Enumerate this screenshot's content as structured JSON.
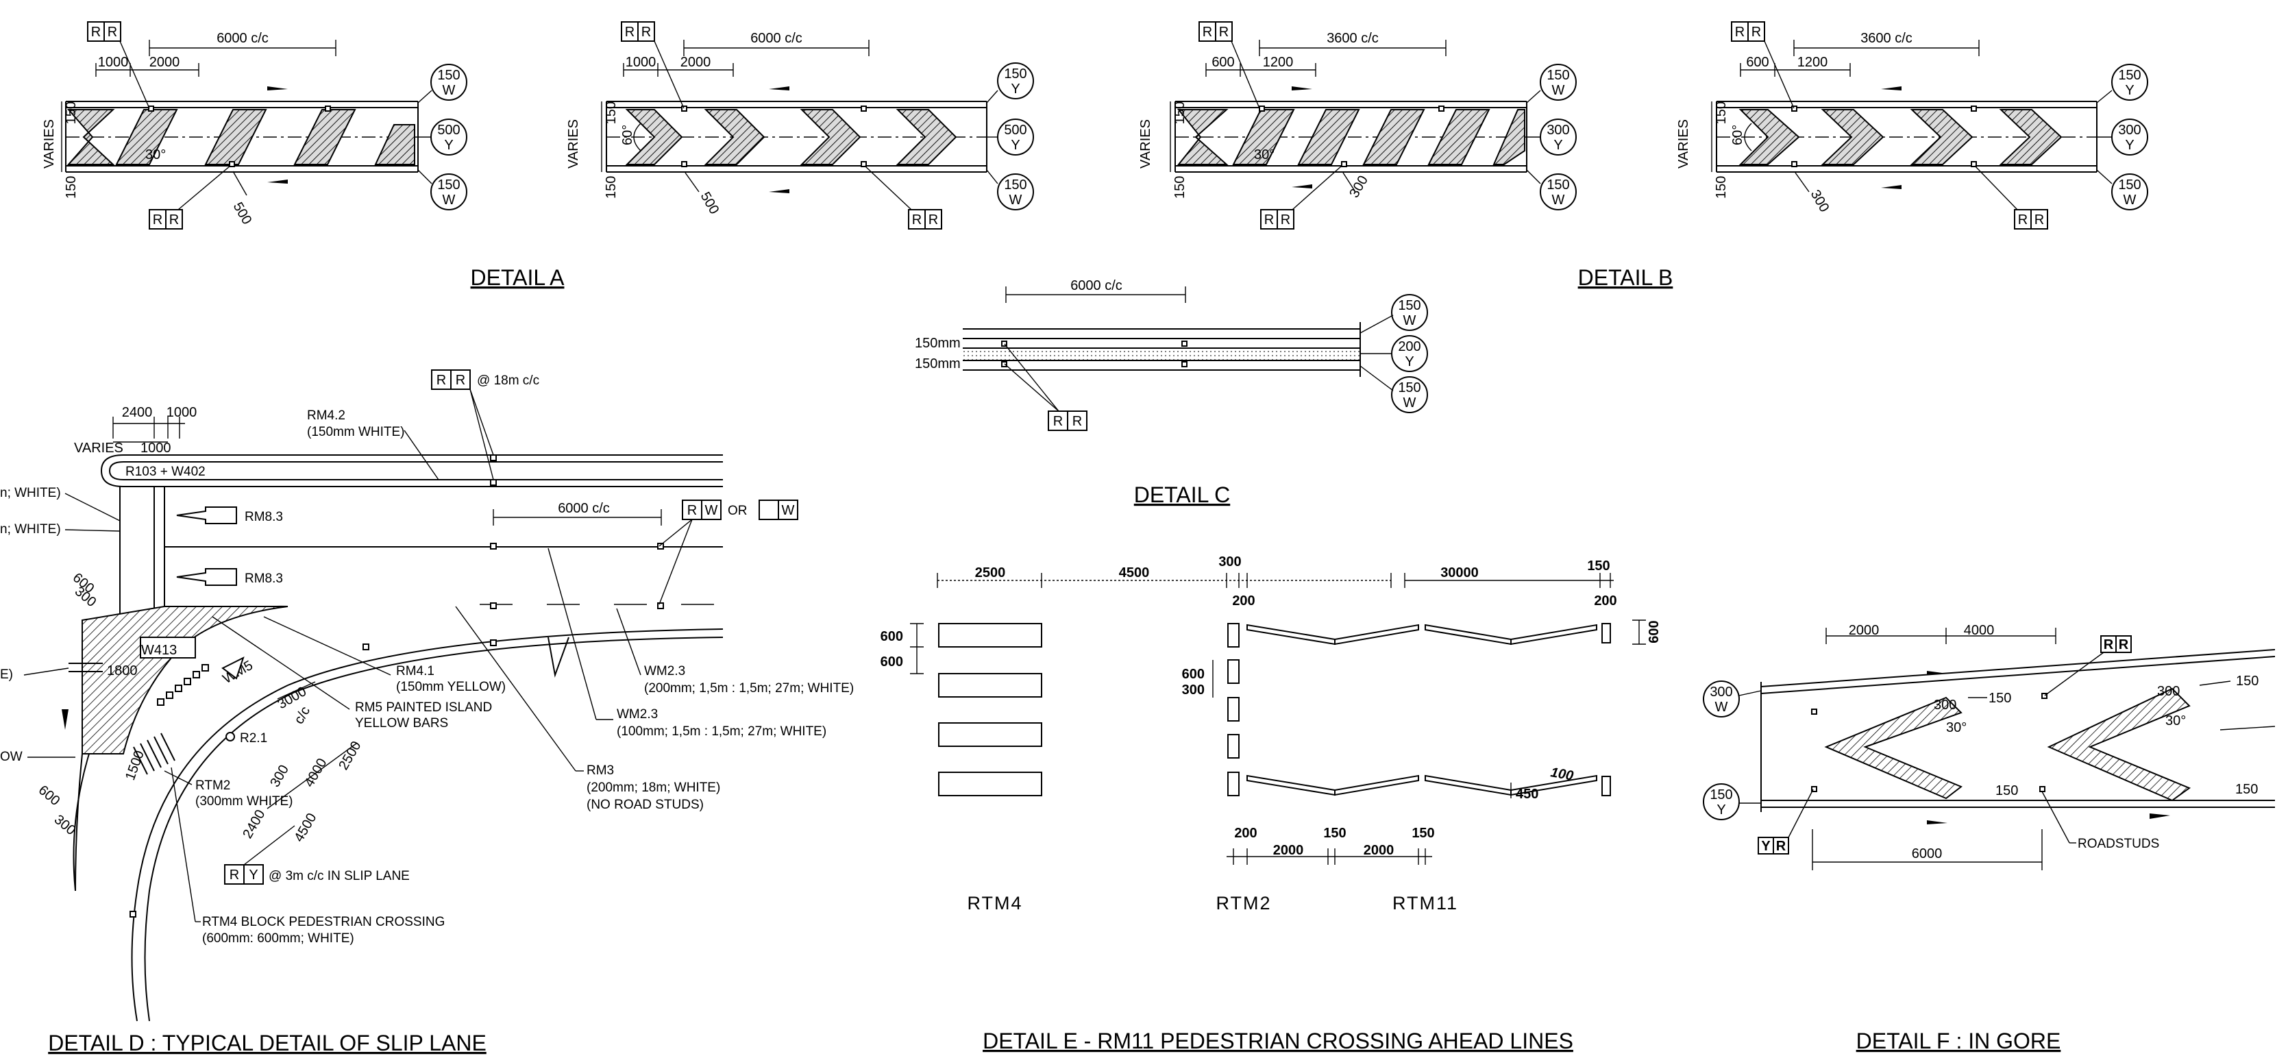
{
  "title": "",
  "detail_a": {
    "title": "DETAIL A",
    "left": {
      "spacing": "6000 c/c",
      "d1": "1000",
      "d2": "2000",
      "side_top": "150",
      "side_mid": "VARIES",
      "side_bot": "150",
      "angle": "30°",
      "stud": "500",
      "stud_r1": "R",
      "stud_r2": "R",
      "stud_b1": "R",
      "stud_b2": "R",
      "c1": [
        "150",
        "W"
      ],
      "c2": [
        "500",
        "Y"
      ],
      "c3": [
        "150",
        "W"
      ]
    },
    "right": {
      "spacing": "6000 c/c",
      "d1": "1000",
      "d2": "2000",
      "side_top": "150",
      "side_mid": "VARIES",
      "side_bot": "150",
      "angle": "60°",
      "stud": "500",
      "stud_r1": "R",
      "stud_r2": "R",
      "stud_b1": "R",
      "stud_b2": "R",
      "c1": [
        "150",
        "Y"
      ],
      "c2": [
        "500",
        "Y"
      ],
      "c3": [
        "150",
        "W"
      ]
    }
  },
  "detail_b": {
    "title": "DETAIL B",
    "left": {
      "spacing": "3600 c/c",
      "d1": "600",
      "d2": "1200",
      "side_top": "150",
      "side_mid": "VARIES",
      "side_bot": "150",
      "angle": "30°",
      "stud": "300",
      "stud_r1": "R",
      "stud_r2": "R",
      "stud_b1": "R",
      "stud_b2": "R",
      "c1": [
        "150",
        "W"
      ],
      "c2": [
        "300",
        "Y"
      ],
      "c3": [
        "150",
        "W"
      ]
    },
    "right": {
      "spacing": "3600 c/c",
      "d1": "600",
      "d2": "1200",
      "side_top": "150",
      "side_mid": "VARIES",
      "side_bot": "150",
      "angle": "60°",
      "stud": "300",
      "stud_r1": "R",
      "stud_r2": "R",
      "stud_b1": "R",
      "stud_b2": "R",
      "c1": [
        "150",
        "Y"
      ],
      "c2": [
        "300",
        "Y"
      ],
      "c3": [
        "150",
        "W"
      ]
    }
  },
  "detail_c": {
    "title": "DETAIL C",
    "spacing": "6000 c/c",
    "w_top": "150mm",
    "w_bot": "150mm",
    "stud1": "R",
    "stud2": "R",
    "c1": [
      "150",
      "W"
    ],
    "c2": [
      "200",
      "Y"
    ],
    "c3": [
      "150",
      "W"
    ]
  },
  "detail_d": {
    "title": "DETAIL D : TYPICAL DETAIL OF SLIP LANE",
    "stud_note": {
      "s1": "R",
      "s2": "R",
      "text": "@ 18m c/c"
    },
    "rm42": {
      "l1": "RM4.2",
      "l2": "(150mm WHITE)"
    },
    "d2400": "2400",
    "d1000a": "1000",
    "varies": "VARIES",
    "d1000b": "1000",
    "sign": "R103 + W402",
    "cut1": "n; WHITE)",
    "cut2": "n; WHITE)",
    "cut3": "E)",
    "cut4": "OW",
    "rm83a": "RM8.3",
    "rm83b": "RM8.3",
    "spacing": "6000 c/c",
    "rw": {
      "s1": "R",
      "s2": "W",
      "or": "OR",
      "s3": "W"
    },
    "d600": "600",
    "d300": "300",
    "w413": "W413",
    "d1800": "1800",
    "wm5": "WM5",
    "rm41": {
      "l1": "RM4.1",
      "l2": "(150mm YELLOW)"
    },
    "d3000": "3000",
    "cc": "c/c",
    "rm5": {
      "l1": "RM5 PAINTED ISLAND",
      "l2": "YELLOW BARS"
    },
    "r21": "R2.1",
    "wm23a": {
      "l1": "WM2.3",
      "l2": "(200mm; 1,5m : 1,5m; 27m; WHITE)"
    },
    "wm23b": {
      "l1": "WM2.3",
      "l2": "(100mm; 1,5m : 1,5m; 27m; WHITE)"
    },
    "rm3": {
      "l1": "RM3",
      "l2": "(200mm; 18m; WHITE)",
      "l3": "(NO ROAD STUDS)"
    },
    "d1500": "1500",
    "rtm2": {
      "l1": "RTM2",
      "l2": "(300mm WHITE)"
    },
    "d300b": "300",
    "d4000": "4000",
    "d2500": "2500",
    "d2400b": "2400",
    "d4500": "4500",
    "ry": {
      "s1": "R",
      "s2": "Y",
      "text": "@ 3m c/c IN SLIP LANE"
    },
    "d600b": "600",
    "d300c": "300",
    "rtm4": {
      "l1": "RTM4 BLOCK PEDESTRIAN CROSSING",
      "l2": "(600mm: 600mm; WHITE)"
    }
  },
  "detail_e": {
    "title": "DETAIL E - RM11 PEDESTRIAN CROSSING AHEAD LINES",
    "top": {
      "d2500": "2500",
      "d4500": "4500",
      "d300": "300",
      "d200a": "200",
      "d30000": "30000",
      "d150": "150",
      "d200b": "200"
    },
    "left": {
      "d600a": "600",
      "d600b": "600"
    },
    "mid": {
      "d600": "600",
      "d300": "300"
    },
    "right": {
      "d600": "600"
    },
    "zig": {
      "d100": "100",
      "d450": "450"
    },
    "bottom": {
      "d200": "200",
      "d2000a": "2000",
      "d150a": "150",
      "d2000b": "2000",
      "d150b": "150"
    },
    "labels": {
      "rtm4": "RTM4",
      "rtm2": "RTM2",
      "rtm11": "RTM11"
    }
  },
  "detail_f": {
    "title": "DETAIL F : IN GORE",
    "d2000": "2000",
    "d4000": "4000",
    "rr": {
      "s1": "R",
      "s2": "R"
    },
    "c1": [
      "300",
      "W"
    ],
    "c2": [
      "150",
      "Y"
    ],
    "d300": "300",
    "d150a": "150",
    "ang1": "30°",
    "ang2": "30°",
    "d300b": "300",
    "d150b": "150",
    "d150c": "150",
    "d150d": "150",
    "yr": {
      "s1": "Y",
      "s2": "R"
    },
    "d6000": "6000",
    "roadstuds": "ROADSTUDS"
  }
}
